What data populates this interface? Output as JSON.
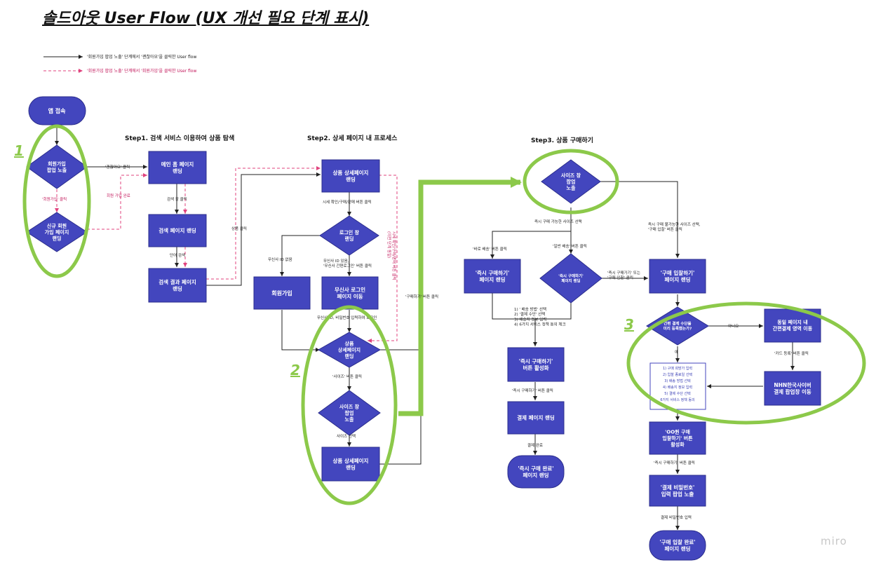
{
  "title": "솔드아웃 User Flow (UX 개선 필요 단계 표시)",
  "legend": {
    "black": "'회원가입 팝업 노출' 단계에서 '괜찮아요'을 클릭한 User flow",
    "pink": "'회원가입 팝업 노출' 단계에서 '회원가입'을 클릭한 User flow"
  },
  "steps": {
    "s1": "Step1. 검색 서비스 이용하여 상품 탐색",
    "s2": "Step2. 상세 페이지 내 프로세스",
    "s3": "Step3. 상품 구매하기"
  },
  "callouts": {
    "n1": "1",
    "n2": "2",
    "n3": "3"
  },
  "nodes": {
    "app": "앱 접속",
    "signup_popup": "회원가입\n팝업 노출",
    "signup_page": "신규 회원\n가입 페이지\n랜딩",
    "main_home": "메인 홈 페이지\n랜딩",
    "search_page": "검색 페이지 랜딩",
    "search_result": "검색 결과 페이지\n랜딩",
    "detail1": "상품 상세페이지\n랜딩",
    "login_popup": "로그인 창\n랜딩",
    "join": "회원가입",
    "musinsa_login": "무신사 로그인\n페이지 이동",
    "detail2": "상품\n상세페이지\n랜딩",
    "size_popup1": "사이즈 창\n팝업\n노출",
    "detail3": "상품 상세페이지\n랜딩",
    "size_popup2": "사이즈 창\n팝업\n노출",
    "instant_buy": "'즉시 구매하기'\n페이지 랜딩",
    "buy_branch": "'즉시 구매하기'\n페이지 랜딩",
    "activate_btn": "'즉시 구매하기'\n버튼 활성화",
    "payment_page": "결제 페이지 랜딩",
    "buy_done": "'즉시 구매 완료'\n페이지 랜딩",
    "bid_page": "'구매 입찰하기'\n페이지 랜딩",
    "easy_pay_q": "간편 결제 수단을\n미리 등록했는가?",
    "easy_pay_area": "동일 페이지 내\n간편결제 영역 이동",
    "nhn_popup": "NHN한국사이버\n결제 팝업창 이동",
    "bid_activate": "'OO원 구매\n입찰하기' 버튼\n활성화",
    "pw_popup": "'결제 비밀번호'\n입력 팝업 노출",
    "bid_done": "'구매 입찰 완료'\n페이지 랜딩"
  },
  "checklist": [
    "1) 구매 희망가 입력",
    "2) 입찰 종료일 선택",
    "3) 배송 방법 선택",
    "4) 배송지 정보 입력",
    "5) 결제 수단 선택",
    "6가지 서비스 정책 동의"
  ],
  "edge_labels": {
    "pass_click": "'괜찮아요' 클릭",
    "signup_click": "'회원가입' 클릭",
    "signup_done": "회원 가입 완료",
    "search_click": "검색 창 클릭",
    "keyword_search": "단어 검색",
    "product_click": "상품 클릭",
    "price_click": "시세 확인/구매/판매 버튼 클릭",
    "no_musinsa": "무신사 ID 없음",
    "has_musinsa": "무신사 ID 있음,\n'무신사 간편로그인' 버튼 클릭",
    "musinsa_pw": "무신사 ID, 비밀번호 입력하여 로그인",
    "size_click": "'사이즈' 버튼 클릭",
    "size_select": "사이즈 선택",
    "buy_btn_click": "'구매하기' 버튼 클릭",
    "back_to_detail": "시세 확인/구매/판매 버튼 클릭\n(이전 단계 동일)",
    "instant_size": "즉시 구매 가능한 사이즈 선택",
    "bid_size": "즉시 구매 불가능한 사이즈 선택,\n'구매 입찰' 버튼 클릭",
    "quick_ship": "'바로 배송' 버튼 클릭",
    "normal_ship": "'일반 배송' 버튼 클릭",
    "or_bid": "'즉시 구매가기' 또는\n'구매 입찰' 클릭",
    "buy_steps": "1) ' 배송 방법' 선택\n2) '결제 수단' 선택\n3) 배송지 정보 입력\n4) 6가지 서비스 정책 동의 체크",
    "instant_click": "'즉시 구매하기' 버튼 클릭",
    "pay_done": "결제 완료",
    "no": "아니요",
    "yes": "예",
    "card_reg": "'카드 등록' 버튼 클릭",
    "bid_click": "'즉시 구매하기' 버튼 클릭",
    "pw_input": "결제 비밀번호 입력"
  },
  "watermark": "miro",
  "colors": {
    "node": "#4346be",
    "node_border": "#2b2d8c",
    "highlight": "#8cc94a",
    "pink": "#e0437e",
    "checklist_text": "#3a3fb5"
  }
}
